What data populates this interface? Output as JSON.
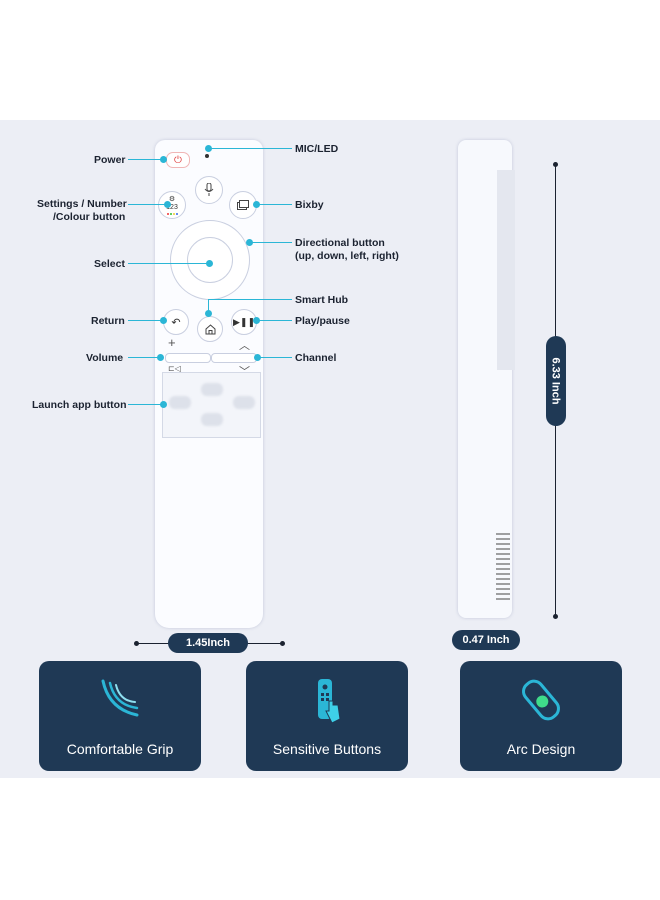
{
  "labels": {
    "power": "Power",
    "mic_led": "MIC/LED",
    "settings_line1": "Settings / Number",
    "settings_line2": "/Colour button",
    "bixby": "Bixby",
    "select": "Select",
    "directional_line1": "Directional button",
    "directional_line2": "(up, down, left, right)",
    "smart_hub": "Smart Hub",
    "return": "Return",
    "play_pause": "Play/pause",
    "volume": "Volume",
    "channel": "Channel",
    "launch_app": "Launch app button"
  },
  "buttons": {
    "settings_number": "123"
  },
  "dimensions": {
    "width_front": "1.45Inch",
    "thickness": "0.47 Inch",
    "length": "6.33 Inch"
  },
  "features": [
    {
      "label": "Comfortable Grip",
      "icon": "grip-arc-icon"
    },
    {
      "label": "Sensitive Buttons",
      "icon": "remote-tap-icon"
    },
    {
      "label": "Arc Design",
      "icon": "arc-remote-icon"
    }
  ],
  "colors": {
    "accent": "#2bb6d6",
    "navy": "#1f3955",
    "panel_bg": "#eceef5"
  }
}
